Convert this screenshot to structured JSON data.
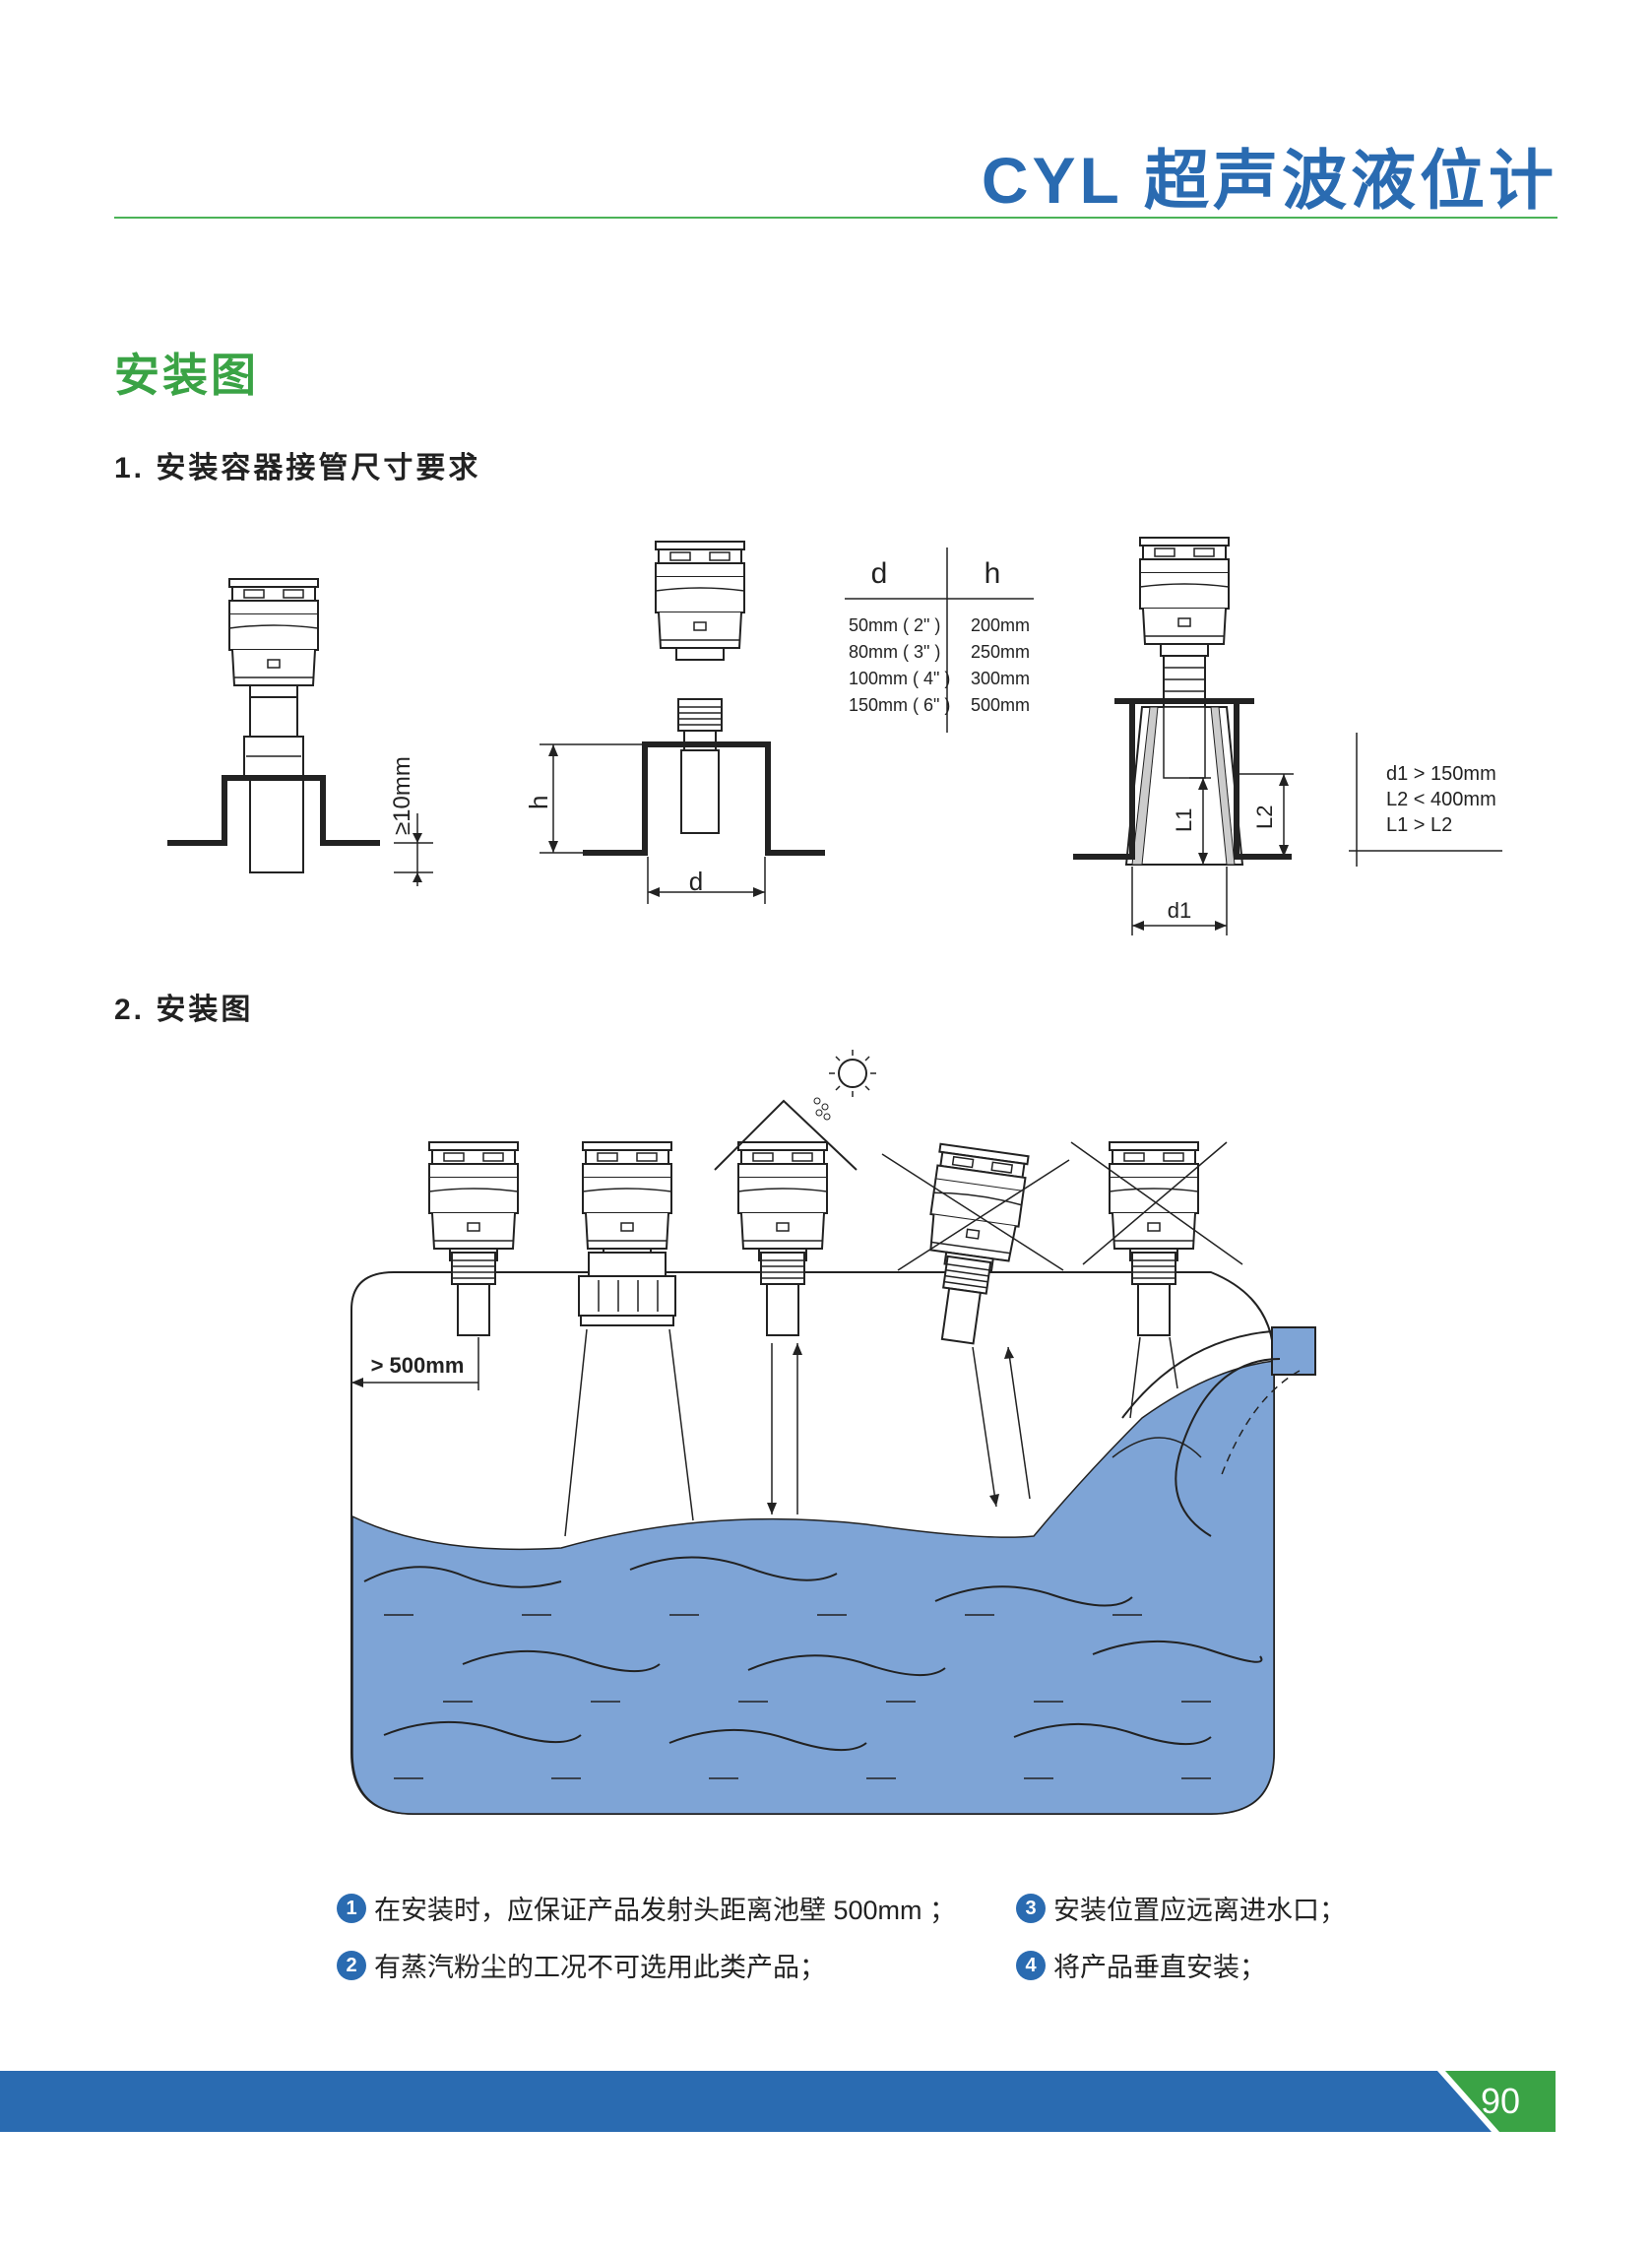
{
  "header": {
    "title": "CYL 超声波液位计"
  },
  "section_title": "安装图",
  "subsections": [
    {
      "title": "1. 安装容器接管尺寸要求"
    },
    {
      "title": "2. 安装图"
    }
  ],
  "fig1": {
    "label_min_height": "≥10mm",
    "label_h": "h",
    "label_d": "d"
  },
  "dimension_table": {
    "headers": [
      "d",
      "h"
    ],
    "rows": [
      [
        "50mm ( 2\" )",
        "200mm"
      ],
      [
        "80mm ( 3\" )",
        "250mm"
      ],
      [
        "100mm ( 4\" )",
        "300mm"
      ],
      [
        "150mm ( 6\" )",
        "500mm"
      ]
    ]
  },
  "fig3": {
    "label_l1": "L1",
    "label_l2": "L2",
    "label_d1": "d1",
    "conditions": [
      "d1 > 150mm",
      "L2 < 400mm",
      "L1 > L2"
    ]
  },
  "tank": {
    "wall_distance": "> 500mm"
  },
  "notes": [
    {
      "num": "1",
      "text": "在安装时，应保证产品发射头距离池壁 500mm ；"
    },
    {
      "num": "2",
      "text": "有蒸汽粉尘的工况不可选用此类产品；"
    },
    {
      "num": "3",
      "text": "安装位置应远离进水口；"
    },
    {
      "num": "4",
      "text": "将产品垂直安装；"
    }
  ],
  "footer": {
    "page_number": "90"
  },
  "colors": {
    "brand_blue": "#2a6bb1",
    "brand_green": "#3aa345",
    "water": "#7ea4d6"
  }
}
